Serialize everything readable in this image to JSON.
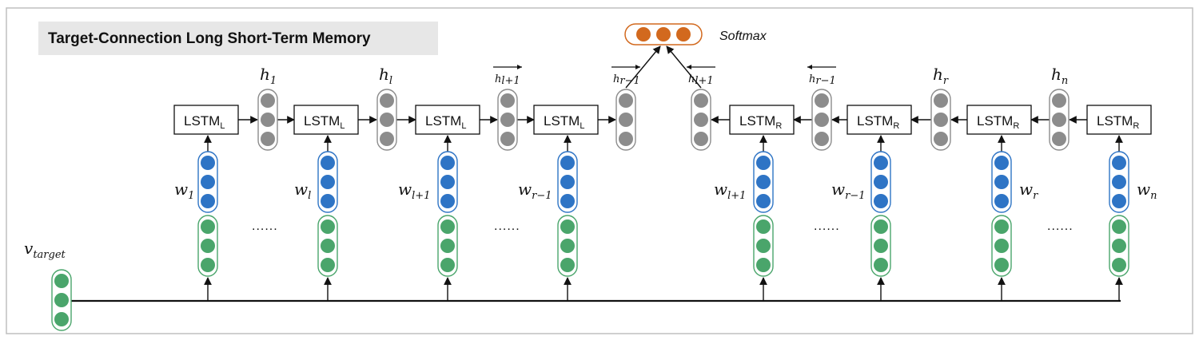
{
  "title": "Target-Connection Long Short-Term Memory",
  "softmax_label": "Softmax",
  "target_label": {
    "base": "v",
    "sub": "target"
  },
  "ellipsis": "......",
  "left_lstm": [
    {
      "label": "LSTM",
      "sub": "L"
    },
    {
      "label": "LSTM",
      "sub": "L"
    },
    {
      "label": "LSTM",
      "sub": "L"
    },
    {
      "label": "LSTM",
      "sub": "L"
    }
  ],
  "right_lstm": [
    {
      "label": "LSTM",
      "sub": "R"
    },
    {
      "label": "LSTM",
      "sub": "R"
    },
    {
      "label": "LSTM",
      "sub": "R"
    },
    {
      "label": "LSTM",
      "sub": "R"
    }
  ],
  "left_hidden": [
    {
      "base": "h",
      "sub": "1",
      "arrow": ""
    },
    {
      "base": "h",
      "sub": "l",
      "arrow": ""
    },
    {
      "base": "h",
      "sub": "l+1",
      "arrow": "right"
    },
    {
      "base": "h",
      "sub": "r−1",
      "arrow": "right"
    }
  ],
  "right_hidden": [
    {
      "base": "h",
      "sub": "l+1",
      "arrow": "left"
    },
    {
      "base": "h",
      "sub": "r−1",
      "arrow": "left"
    },
    {
      "base": "h",
      "sub": "r",
      "arrow": ""
    },
    {
      "base": "h",
      "sub": "n",
      "arrow": ""
    }
  ],
  "left_words": [
    {
      "base": "w",
      "sub": "1"
    },
    {
      "base": "w",
      "sub": "l"
    },
    {
      "base": "w",
      "sub": "l+1"
    },
    {
      "base": "w",
      "sub": "r−1"
    }
  ],
  "right_words": [
    {
      "base": "w",
      "sub": "l+1"
    },
    {
      "base": "w",
      "sub": "r−1"
    },
    {
      "base": "w",
      "sub": "r"
    },
    {
      "base": "w",
      "sub": "n"
    }
  ],
  "colors": {
    "word_vector": "#2e74c5",
    "target_vector": "#4aa56b",
    "hidden_state": "#8c8c8c",
    "softmax": "#d2691e",
    "title_bg": "#e7e7e7",
    "border": "#bfbfbf"
  }
}
